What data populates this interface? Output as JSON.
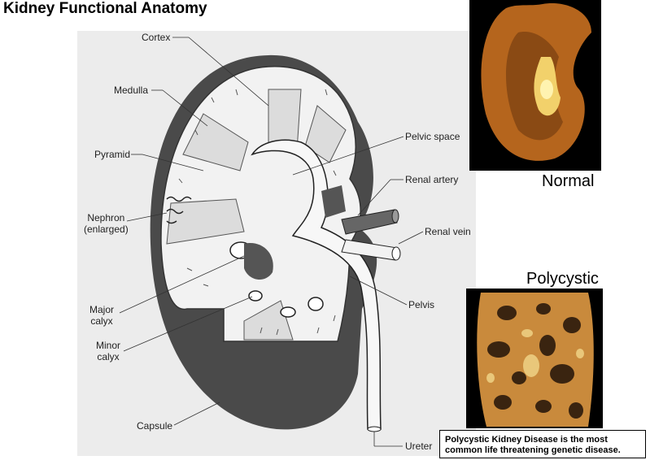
{
  "title": "Kidney Functional Anatomy",
  "labels": {
    "cortex": "Cortex",
    "medulla": "Medulla",
    "pyramid": "Pyramid",
    "nephron": "Nephron",
    "nephron_sub": "(enlarged)",
    "major_calyx_1": "Major",
    "major_calyx_2": "calyx",
    "minor_calyx_1": "Minor",
    "minor_calyx_2": "calyx",
    "capsule": "Capsule",
    "pelvic_space": "Pelvic space",
    "renal_artery": "Renal artery",
    "renal_vein": "Renal vein",
    "pelvis": "Pelvis",
    "ureter": "Ureter"
  },
  "photos": {
    "normal_caption": "Normal",
    "polycystic_caption": "Polycystic"
  },
  "note": "Polycystic Kidney Disease is the most common life threatening genetic disease.",
  "colors": {
    "cortex_fill": "#f2f2f2",
    "capsule_dark": "#4a4a4a",
    "medulla_tint": "#dcdcdc",
    "normal_kidney": "#b5651d",
    "polycystic_kidney": "#c98a3c"
  }
}
